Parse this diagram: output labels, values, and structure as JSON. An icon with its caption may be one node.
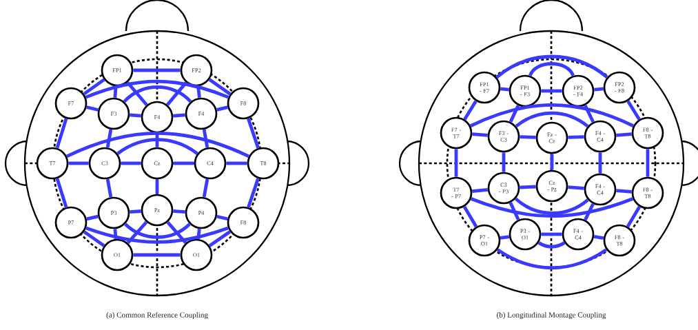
{
  "diagram": {
    "nodes": [
      {
        "text": [
          "FP1"
        ]
      },
      {
        "text": [
          "FP2"
        ]
      },
      {
        "text": [
          "F7"
        ]
      },
      {
        "text": [
          "F3"
        ]
      },
      {
        "text": [
          "F4"
        ]
      },
      {
        "text": [
          "F4"
        ]
      },
      {
        "text": [
          "F8"
        ]
      },
      {
        "text": [
          "T7"
        ]
      },
      {
        "text": [
          "C3"
        ]
      },
      {
        "text": [
          "Cz"
        ]
      },
      {
        "text": [
          "C4"
        ]
      },
      {
        "text": [
          "T8"
        ]
      },
      {
        "text": [
          "P7"
        ]
      },
      {
        "text": [
          "P3"
        ]
      },
      {
        "text": [
          "Pz"
        ]
      },
      {
        "text": [
          "P4"
        ]
      },
      {
        "text": [
          "F8"
        ]
      },
      {
        "text": [
          "O1"
        ]
      },
      {
        "text": [
          "O1"
        ]
      },
      {
        "text": [
          "FP1 - F7"
        ]
      },
      {
        "text": [
          "FP1 - F3"
        ]
      },
      {
        "text": [
          "FP2 - F4"
        ]
      },
      {
        "text": [
          "FP2 - F8"
        ]
      },
      {
        "text": [
          "F7 - T7"
        ]
      },
      {
        "text": [
          "F3 - C3"
        ]
      },
      {
        "text": [
          "Fz - Cz"
        ]
      },
      {
        "text": [
          "F4 - C4"
        ]
      },
      {
        "text": [
          "F8 - T8"
        ]
      },
      {
        "text": [
          "T7 - P7"
        ]
      },
      {
        "text": [
          "C3 - P3"
        ]
      },
      {
        "text": [
          "Cz - Pz"
        ]
      },
      {
        "text": [
          "F4 - C4"
        ]
      },
      {
        "text": [
          "F8 - T8"
        ]
      },
      {
        "text": [
          "P7 - O1"
        ]
      },
      {
        "text": [
          "P3 - O1"
        ]
      },
      {
        "text": [
          "F4 - C4"
        ]
      },
      {
        "text": [
          "F8 - T8"
        ]
      }
    ],
    "edges": [
      {
        "from": 0,
        "to": 1,
        "arrow": "none"
      },
      {
        "from": 0,
        "to": 2,
        "arrow": "none"
      },
      {
        "from": 1,
        "to": 6,
        "arrow": "none"
      },
      {
        "from": 0,
        "to": 4,
        "arrow": "none"
      },
      {
        "from": 1,
        "to": 4,
        "arrow": "none"
      },
      {
        "from": 2,
        "to": 6,
        "arrow": "none"
      },
      {
        "from": 0,
        "to": 3,
        "arrow": "none"
      },
      {
        "from": 1,
        "to": 5,
        "arrow": "none"
      },
      {
        "from": 2,
        "to": 3,
        "arrow": "none"
      },
      {
        "from": 3,
        "to": 4,
        "arrow": "none"
      },
      {
        "from": 4,
        "to": 5,
        "arrow": "none"
      },
      {
        "from": 5,
        "to": 6,
        "arrow": "none"
      },
      {
        "from": 3,
        "to": 5,
        "arrow": "none"
      },
      {
        "from": 2,
        "to": 7,
        "arrow": "none"
      },
      {
        "from": 6,
        "to": 11,
        "arrow": "none"
      },
      {
        "from": 7,
        "to": 8,
        "arrow": "none"
      },
      {
        "from": 8,
        "to": 9,
        "arrow": "none"
      },
      {
        "from": 9,
        "to": 10,
        "arrow": "none"
      },
      {
        "from": 10,
        "to": 11,
        "arrow": "none"
      },
      {
        "from": 7,
        "to": 11,
        "arrow": "none"
      },
      {
        "from": 8,
        "to": 10,
        "arrow": "none"
      },
      {
        "from": 3,
        "to": 8,
        "arrow": "none"
      },
      {
        "from": 4,
        "to": 9,
        "arrow": "none"
      },
      {
        "from": 5,
        "to": 10,
        "arrow": "none"
      },
      {
        "from": 7,
        "to": 12,
        "arrow": "none"
      },
      {
        "from": 11,
        "to": 16,
        "arrow": "none"
      },
      {
        "from": 8,
        "to": 13,
        "arrow": "none"
      },
      {
        "from": 9,
        "to": 14,
        "arrow": "none"
      },
      {
        "from": 10,
        "to": 15,
        "arrow": "none"
      },
      {
        "from": 12,
        "to": 13,
        "arrow": "none"
      },
      {
        "from": 13,
        "to": 14,
        "arrow": "none"
      },
      {
        "from": 14,
        "to": 15,
        "arrow": "none"
      },
      {
        "from": 15,
        "to": 16,
        "arrow": "none"
      },
      {
        "from": 13,
        "to": 15,
        "arrow": "none"
      },
      {
        "from": 12,
        "to": 16,
        "arrow": "none"
      },
      {
        "from": 12,
        "to": 17,
        "arrow": "none"
      },
      {
        "from": 16,
        "to": 18,
        "arrow": "none"
      },
      {
        "from": 17,
        "to": 18,
        "arrow": "none"
      },
      {
        "from": 13,
        "to": 17,
        "arrow": "none"
      },
      {
        "from": 15,
        "to": 18,
        "arrow": "none"
      },
      {
        "from": 14,
        "to": 17,
        "arrow": "none"
      },
      {
        "from": 14,
        "to": 18,
        "arrow": "none"
      },
      {
        "from": 19,
        "to": 22,
        "arrow": "none"
      },
      {
        "from": 20,
        "to": 21,
        "arrow": "none"
      },
      {
        "from": 20,
        "to": 21,
        "arrow": "none"
      },
      {
        "from": 19,
        "to": 20,
        "arrow": "none"
      },
      {
        "from": 21,
        "to": 22,
        "arrow": "none"
      },
      {
        "from": 19,
        "to": 23,
        "arrow": "none"
      },
      {
        "from": 22,
        "to": 27,
        "arrow": "none"
      },
      {
        "from": 23,
        "to": 27,
        "arrow": "none"
      },
      {
        "from": 20,
        "to": 24,
        "arrow": "none"
      },
      {
        "from": 21,
        "to": 26,
        "arrow": "none"
      },
      {
        "from": 23,
        "to": 24,
        "arrow": "none"
      },
      {
        "from": 24,
        "to": 25,
        "arrow": "none"
      },
      {
        "from": 25,
        "to": 26,
        "arrow": "none"
      },
      {
        "from": 26,
        "to": 27,
        "arrow": "none"
      },
      {
        "from": 24,
        "to": 26,
        "arrow": "none"
      },
      {
        "from": 23,
        "to": 28,
        "arrow": "none"
      },
      {
        "from": 24,
        "to": 29,
        "arrow": "none"
      },
      {
        "from": 25,
        "to": 30,
        "arrow": "none"
      },
      {
        "from": 26,
        "to": 31,
        "arrow": "none"
      },
      {
        "from": 27,
        "to": 32,
        "arrow": "none"
      },
      {
        "from": 28,
        "to": 29,
        "arrow": "none"
      },
      {
        "from": 29,
        "to": 30,
        "arrow": "none"
      },
      {
        "from": 30,
        "to": 31,
        "arrow": "none"
      },
      {
        "from": 31,
        "to": 32,
        "arrow": "none"
      },
      {
        "from": 29,
        "to": 31,
        "arrow": "none"
      },
      {
        "from": 28,
        "to": 32,
        "arrow": "none"
      },
      {
        "from": 28,
        "to": 33,
        "arrow": "none"
      },
      {
        "from": 32,
        "to": 36,
        "arrow": "none"
      },
      {
        "from": 29,
        "to": 34,
        "arrow": "none"
      },
      {
        "from": 31,
        "to": 35,
        "arrow": "none"
      },
      {
        "from": 33,
        "to": 34,
        "arrow": "none"
      },
      {
        "from": 35,
        "to": 36,
        "arrow": "none"
      },
      {
        "from": 34,
        "to": 35,
        "arrow": "none"
      },
      {
        "from": 34,
        "to": 35,
        "arrow": "none"
      },
      {
        "from": 33,
        "to": 36,
        "arrow": "none"
      }
    ],
    "labels": [
      "(a) Common Reference Coupling",
      "(b) Longitudinal Montage Coupling"
    ]
  }
}
